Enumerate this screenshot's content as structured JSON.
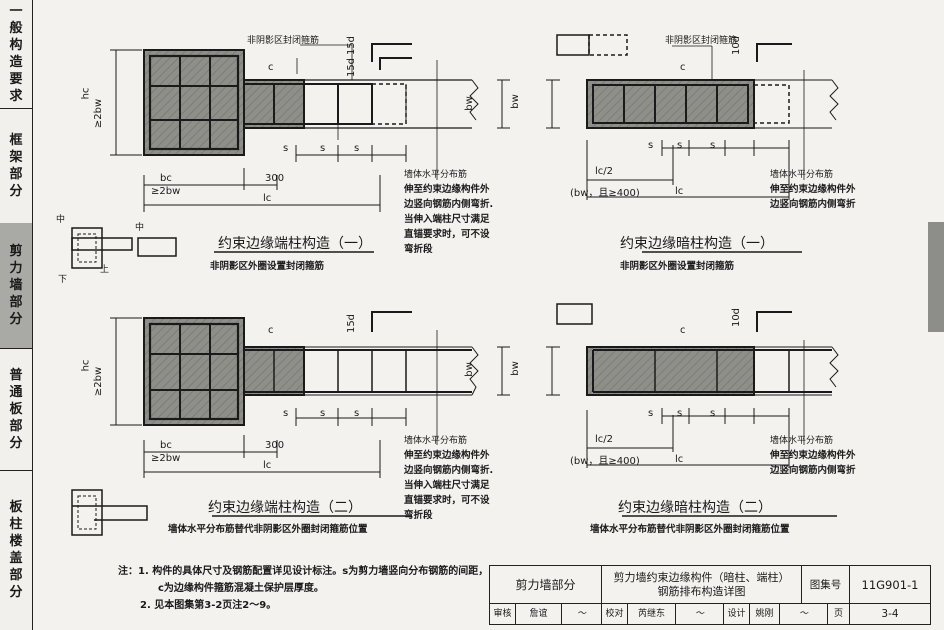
{
  "sidebar": [
    {
      "label": "一般构造要求",
      "active": false
    },
    {
      "label": "框架部分",
      "active": false
    },
    {
      "label": "剪力墙部分",
      "active": true
    },
    {
      "label": "普通板部分",
      "active": false
    },
    {
      "label": "板柱楼盖部分",
      "active": false
    }
  ],
  "labels": {
    "hc": "hc",
    "ge2bw": "≥2bw",
    "bc": "bc",
    "ge2bw_b": "≥2bw",
    "n300": "300",
    "lc": "lc",
    "s": "s",
    "c": "c",
    "d15": "15d",
    "d10": "10d",
    "bw": "bw",
    "lc2": "lc/2",
    "bw400": "(bw，且≥400)",
    "zhong": "中",
    "shang": "上",
    "xia": "下"
  },
  "panels": {
    "tl": {
      "title": "约束边缘端柱构造（一）",
      "subtitle": "非阴影区外圈设置封闭箍筋",
      "callout_top": "非阴影区封闭箍筋",
      "callout_wall": "墙体水平分布筋",
      "note": [
        "伸至约束边缘构件外",
        "边竖向钢筋内侧弯折.",
        "当伸入端柱尺寸满足",
        "直锚要求时，可不设",
        "弯折段"
      ]
    },
    "tr": {
      "title": "约束边缘暗柱构造（一）",
      "subtitle": "非阴影区外圈设置封闭箍筋",
      "callout_top": "非阴影区封闭箍筋",
      "callout_wall": "墙体水平分布筋",
      "note": [
        "伸至约束边缘构件外",
        "边竖向钢筋内侧弯折"
      ]
    },
    "bl": {
      "title": "约束边缘端柱构造（二）",
      "subtitle": "墙体水平分布筋替代非阴影区外圈封闭箍筋位置",
      "callout_wall": "墙体水平分布筋",
      "note": [
        "伸至约束边缘构件外",
        "边竖向钢筋内侧弯折.",
        "当伸入端柱尺寸满足",
        "直锚要求时，可不设",
        "弯折段"
      ]
    },
    "br": {
      "title": "约束边缘暗柱构造（二）",
      "subtitle": "墙体水平分布筋替代非阴影区外圈封闭箍筋位置",
      "callout_wall": "墙体水平分布筋",
      "note": [
        "伸至约束边缘构件外",
        "边竖向钢筋内侧弯折"
      ]
    }
  },
  "notes": [
    "注：1. 构件的具体尺寸及钢筋配置详见设计标注。s为剪力墙竖向分布钢筋的间距，",
    "c为边缘构件箍筋混凝土保护层厚度。",
    "2. 见本图集第3-2页注2～9。"
  ],
  "titleblock": {
    "section": "剪力墙部分",
    "drawing_title_1": "剪力墙约束边缘构件（暗柱、端柱）",
    "drawing_title_2": "钢筋排布构造详图",
    "atlas_label": "图集号",
    "atlas_no": "11G901-1",
    "review_label": "审核",
    "reviewer": "詹谊",
    "check_label": "校对",
    "checker": "芮继东",
    "design_label": "设计",
    "designer": "姚刚",
    "page_label": "页",
    "page_no": "3-4"
  }
}
